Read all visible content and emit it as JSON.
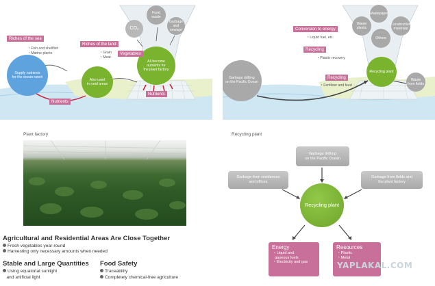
{
  "top_left": {
    "riches_of_sea": "Riches of the sea",
    "sea_items": [
      "・Fish and shellfish",
      "・Marine plants"
    ],
    "riches_of_land": "Riches of the land",
    "land_items": [
      "・Grain",
      "・Meat"
    ],
    "vegetables": "Vegetables",
    "nutrients_bottom": "Nutrients",
    "nutrients_right": "Nutrients",
    "supply_circle": "Supply nutrients\nfor the ocean ranch",
    "rural_circle": "Also used\nin rural areas",
    "plant_circle": "All become\nnutrients for\nthe plant factory",
    "co2": "CO₂",
    "food_waste": "Food\nwaste",
    "garbage_sewage": "Garbage\nand\nsewage"
  },
  "top_right": {
    "conversion": "Conversion to energy",
    "conversion_item": "・Liquid fuel, etc.",
    "recycling1": "Recycling",
    "recycling1_item": "・Plastic recovery",
    "recycling2": "Recycling",
    "recycling2_item": "・Fertilizer and feed",
    "drifting": "Garbage drifting\non the Pacific Ocean",
    "recycling_plant": "Recycling plant",
    "waste_plastic": "Waste\nplastic",
    "wastepaper": "Wastepaper",
    "others": "Others",
    "construction": "Construction\nmaterials",
    "waste_fields": "Waste\nfrom fields"
  },
  "photo_caption": "Plant factory",
  "recycling_caption": "Recycling plant",
  "recycling_diagram": {
    "top_box": "Garbage drifting\non the Pacific Ocean",
    "left_box": "Garbage from residences\nand offices",
    "right_box": "Garbage from fields and\nthe plant factory",
    "center": "Recycling plant",
    "energy_title": "Energy",
    "energy_items": "・Liquid and\n  gaseous fuels\n・Electricity and gas",
    "resources_title": "Resources",
    "resources_items": "・Plastic\n・Metal"
  },
  "features": {
    "h1": "Agricultural and Residential Areas Are Close Together",
    "h1_items": [
      "Fresh vegetables year-round",
      "Harvesting only necessary amounts when needed"
    ],
    "h2": "Stable and Large Quantities",
    "h2_items": [
      "Using equatorial sunlight\n   and artificial light"
    ],
    "h3": "Food Safety",
    "h3_items": [
      "Traceability",
      "Completely chemical-free agriculture"
    ]
  },
  "watermark": "YAPLAKAL.COM",
  "colors": {
    "green": "#7ab32e",
    "blue": "#5fa3de",
    "pink": "#c9709a",
    "gray": "#b5b5b5",
    "red": "#c8243a"
  }
}
